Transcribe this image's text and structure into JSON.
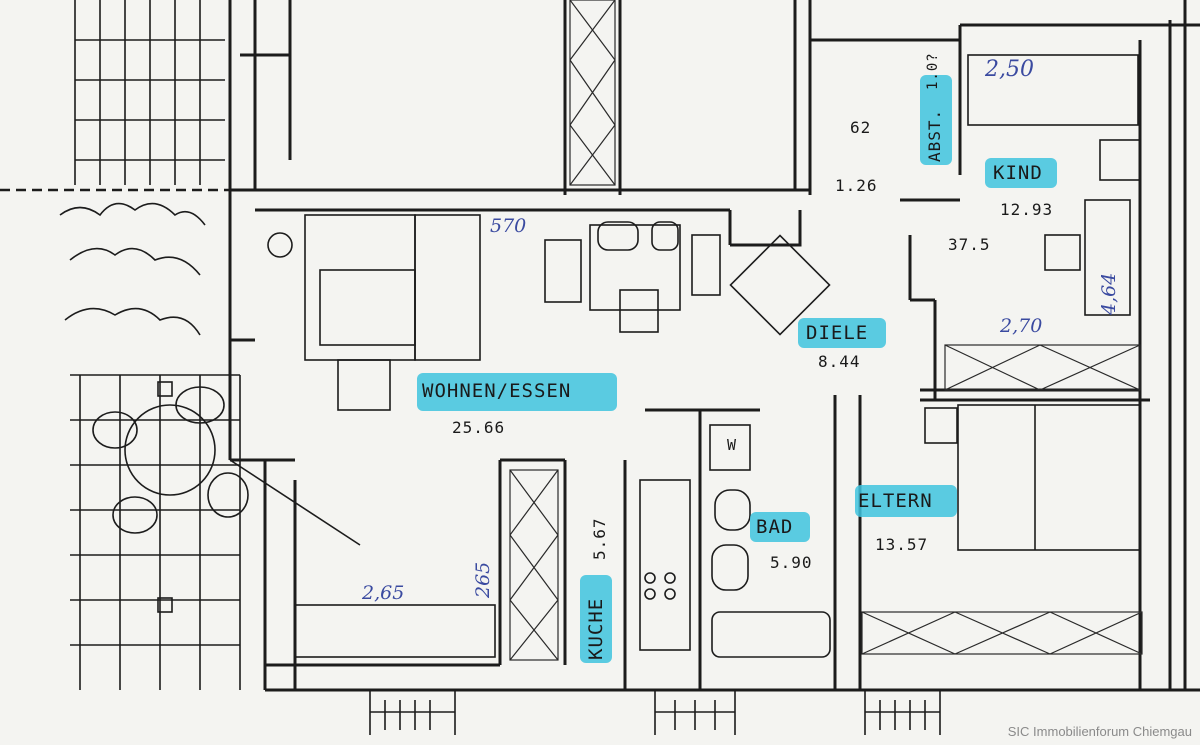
{
  "rooms": {
    "wohnen": {
      "name": "WOHNEN/ESSEN",
      "area": "25.66"
    },
    "diele": {
      "name": "DIELE",
      "area": "8.44"
    },
    "kind": {
      "name": "KIND",
      "area": "12.93"
    },
    "eltern": {
      "name": "ELTERN",
      "area": "13.57"
    },
    "bad": {
      "name": "BAD",
      "area": "5.90"
    },
    "kueche": {
      "name": "KUCHE",
      "area": "5.67"
    },
    "abst": {
      "name": "ABST.",
      "area": "1.0?"
    }
  },
  "dimensions": {
    "wohnen_width": "570",
    "kind_width_top": "2,50",
    "kind_width_bottom": "2,70",
    "kind_depth": "4,64",
    "wohnen_bottom": "2,65",
    "kueche_width": "265",
    "door_width": "1.26",
    "door_height": "62",
    "wall_thickness": "37.5"
  },
  "fixtures": {
    "washer": "W"
  },
  "watermark": "SIC Immobilienforum Chiemgau",
  "colors": {
    "highlight": "#3ec3de",
    "pen": "#3a4aa0",
    "ink": "#1c1c1c"
  }
}
